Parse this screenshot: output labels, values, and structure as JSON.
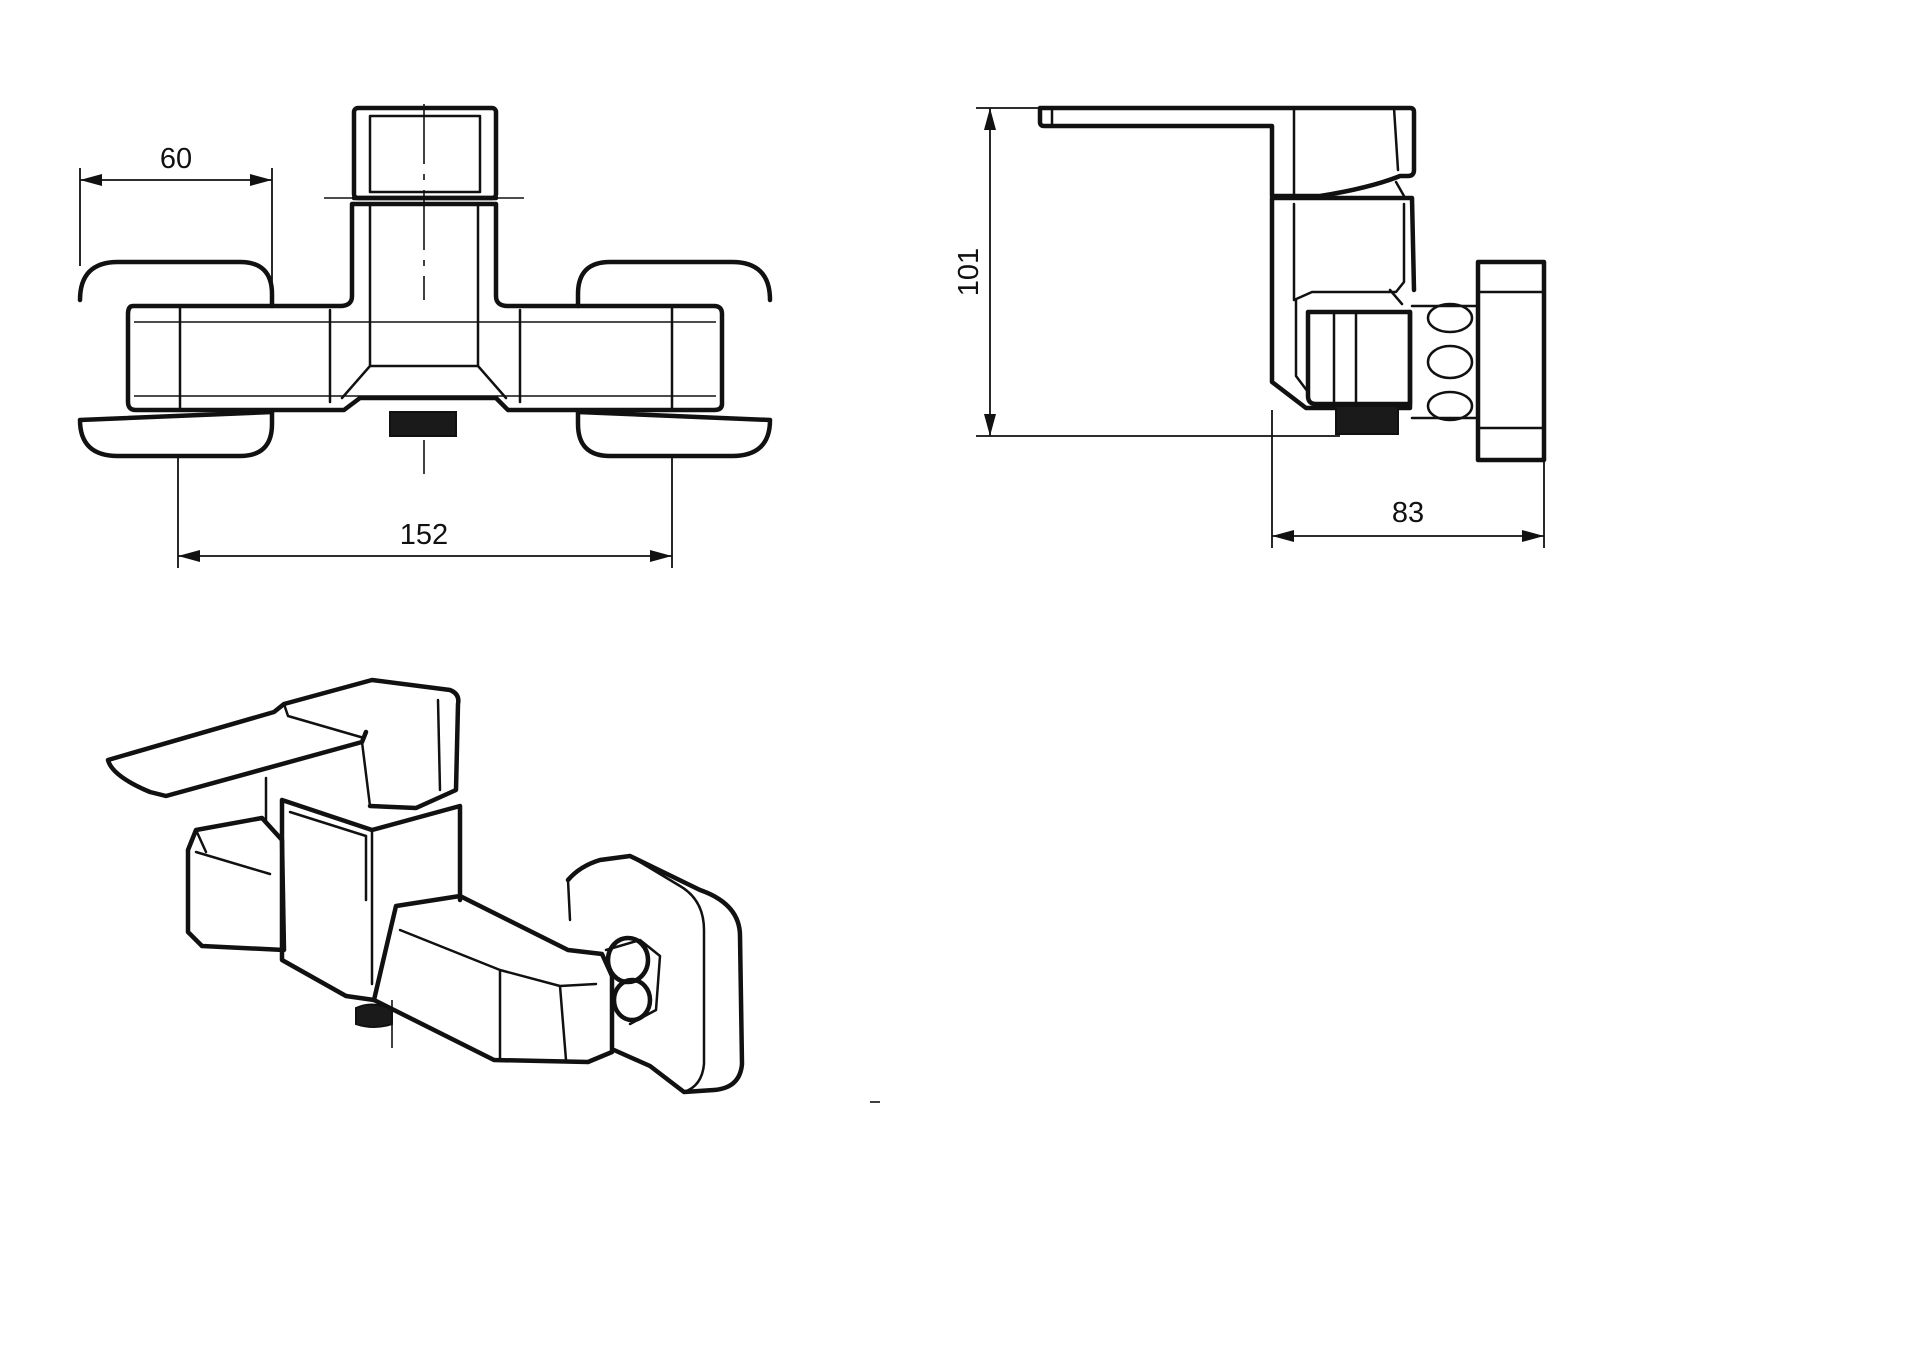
{
  "dimensions": {
    "front_projection_depth": "60",
    "front_total_width": "152",
    "side_height": "101",
    "side_depth": "83"
  }
}
